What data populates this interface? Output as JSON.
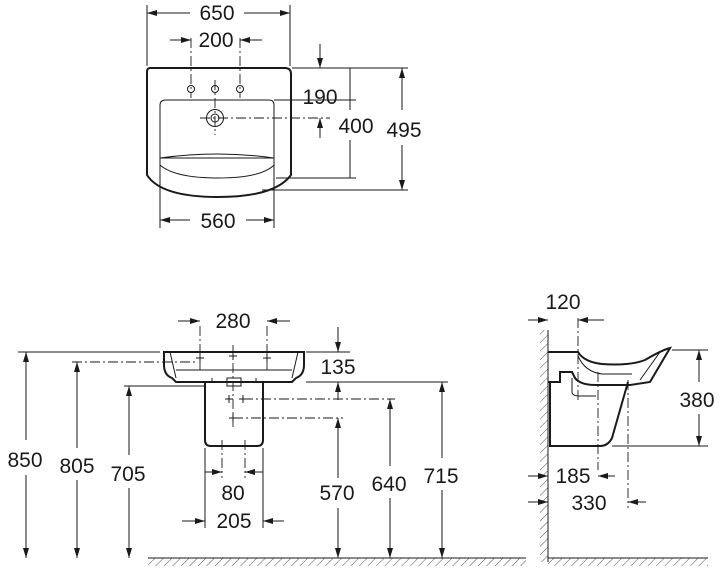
{
  "top_view": {
    "dims": {
      "overall_width": "650",
      "tap_spacing": "200",
      "tap_offset": "190",
      "bowl_depth": "400",
      "overall_depth": "495",
      "bowl_width": "560"
    }
  },
  "front_view": {
    "dims": {
      "tap_spacing": "280",
      "basin_height": "135",
      "total_height": "850",
      "rim_height": "805",
      "pedestal_top": "705",
      "waste_height": "570",
      "tap_height": "640",
      "overflow_height": "715",
      "pedestal_inner": "80",
      "pedestal_width": "205"
    }
  },
  "side_view": {
    "dims": {
      "wall_clearance": "120",
      "basin_depth_height": "380",
      "pedestal_depth": "185",
      "waste_offset": "330"
    }
  }
}
